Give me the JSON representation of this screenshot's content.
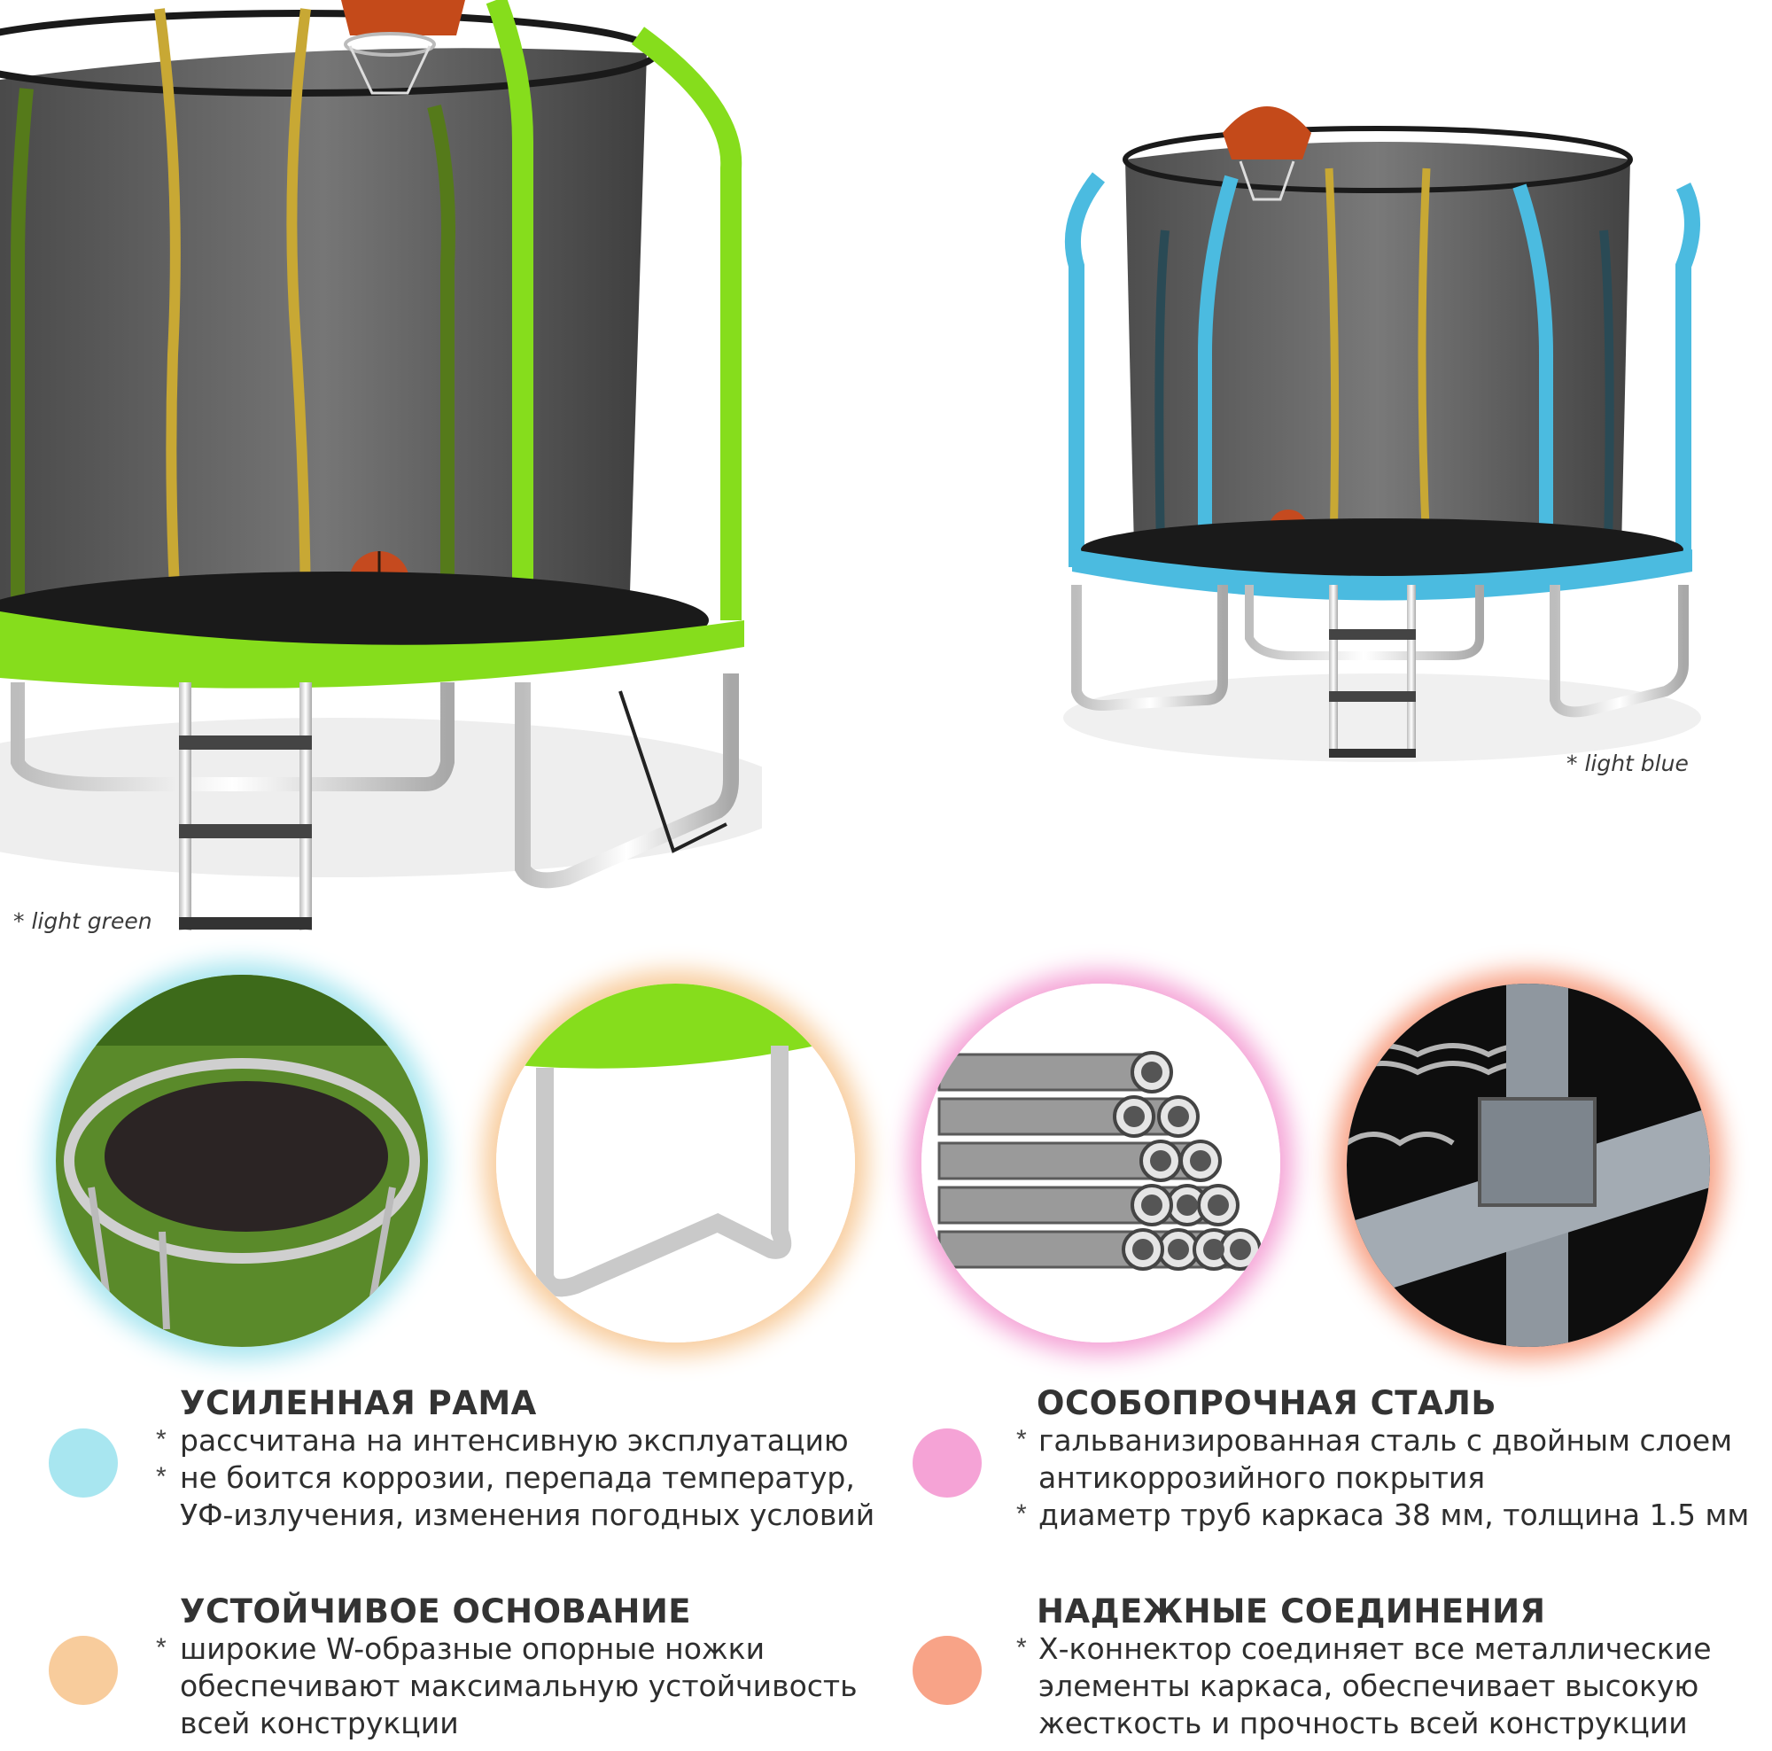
{
  "products": [
    {
      "caption": "* light green",
      "color": "#86dd1c"
    },
    {
      "caption": "* light blue",
      "color": "#4bbbe0"
    }
  ],
  "features": [
    {
      "title": "УСИЛЕННАЯ РАМА",
      "dot_color": "#a8e6f0",
      "lines": [
        {
          "bullet": "*",
          "text": "рассчитана на интенсивную эксплуатацию"
        },
        {
          "bullet": "*",
          "text": "не боится коррозии, перепада температур,"
        },
        {
          "bullet": "",
          "text": "УФ-излучения, изменения погодных условий"
        }
      ]
    },
    {
      "title": "ОСОБОПРОЧНАЯ СТАЛЬ",
      "dot_color": "#f5a3d6",
      "lines": [
        {
          "bullet": "*",
          "text": "гальванизированная сталь с двойным слоем"
        },
        {
          "bullet": "",
          "text": "антикоррозийного покрытия"
        },
        {
          "bullet": "*",
          "text": "диаметр труб каркаса 38 мм, толщина 1.5 мм"
        }
      ]
    },
    {
      "title": "УСТОЙЧИВОЕ ОСНОВАНИЕ",
      "dot_color": "#f8cc9c",
      "lines": [
        {
          "bullet": "*",
          "text": "широкие W-образные опорные ножки"
        },
        {
          "bullet": "",
          "text": "обеспечивают максимальную устойчивость"
        },
        {
          "bullet": "",
          "text": "всей конструкции"
        }
      ]
    },
    {
      "title": "НАДЕЖНЫЕ СОЕДИНЕНИЯ",
      "dot_color": "#f8a387",
      "lines": [
        {
          "bullet": "*",
          "text": "Х-коннектор соединяет все металлические"
        },
        {
          "bullet": "",
          "text": "элементы каркаса, обеспечивает высокую"
        },
        {
          "bullet": "",
          "text": "жесткость и прочность всей конструкции"
        }
      ]
    }
  ],
  "detail_circles": [
    {
      "glow": "#a8e6f0",
      "subject": "trampoline-on-grass"
    },
    {
      "glow": "#f8cc9c",
      "subject": "w-shaped-leg"
    },
    {
      "glow": "#f5a3d6",
      "subject": "steel-pipes"
    },
    {
      "glow": "#f8a387",
      "subject": "x-connector"
    }
  ]
}
